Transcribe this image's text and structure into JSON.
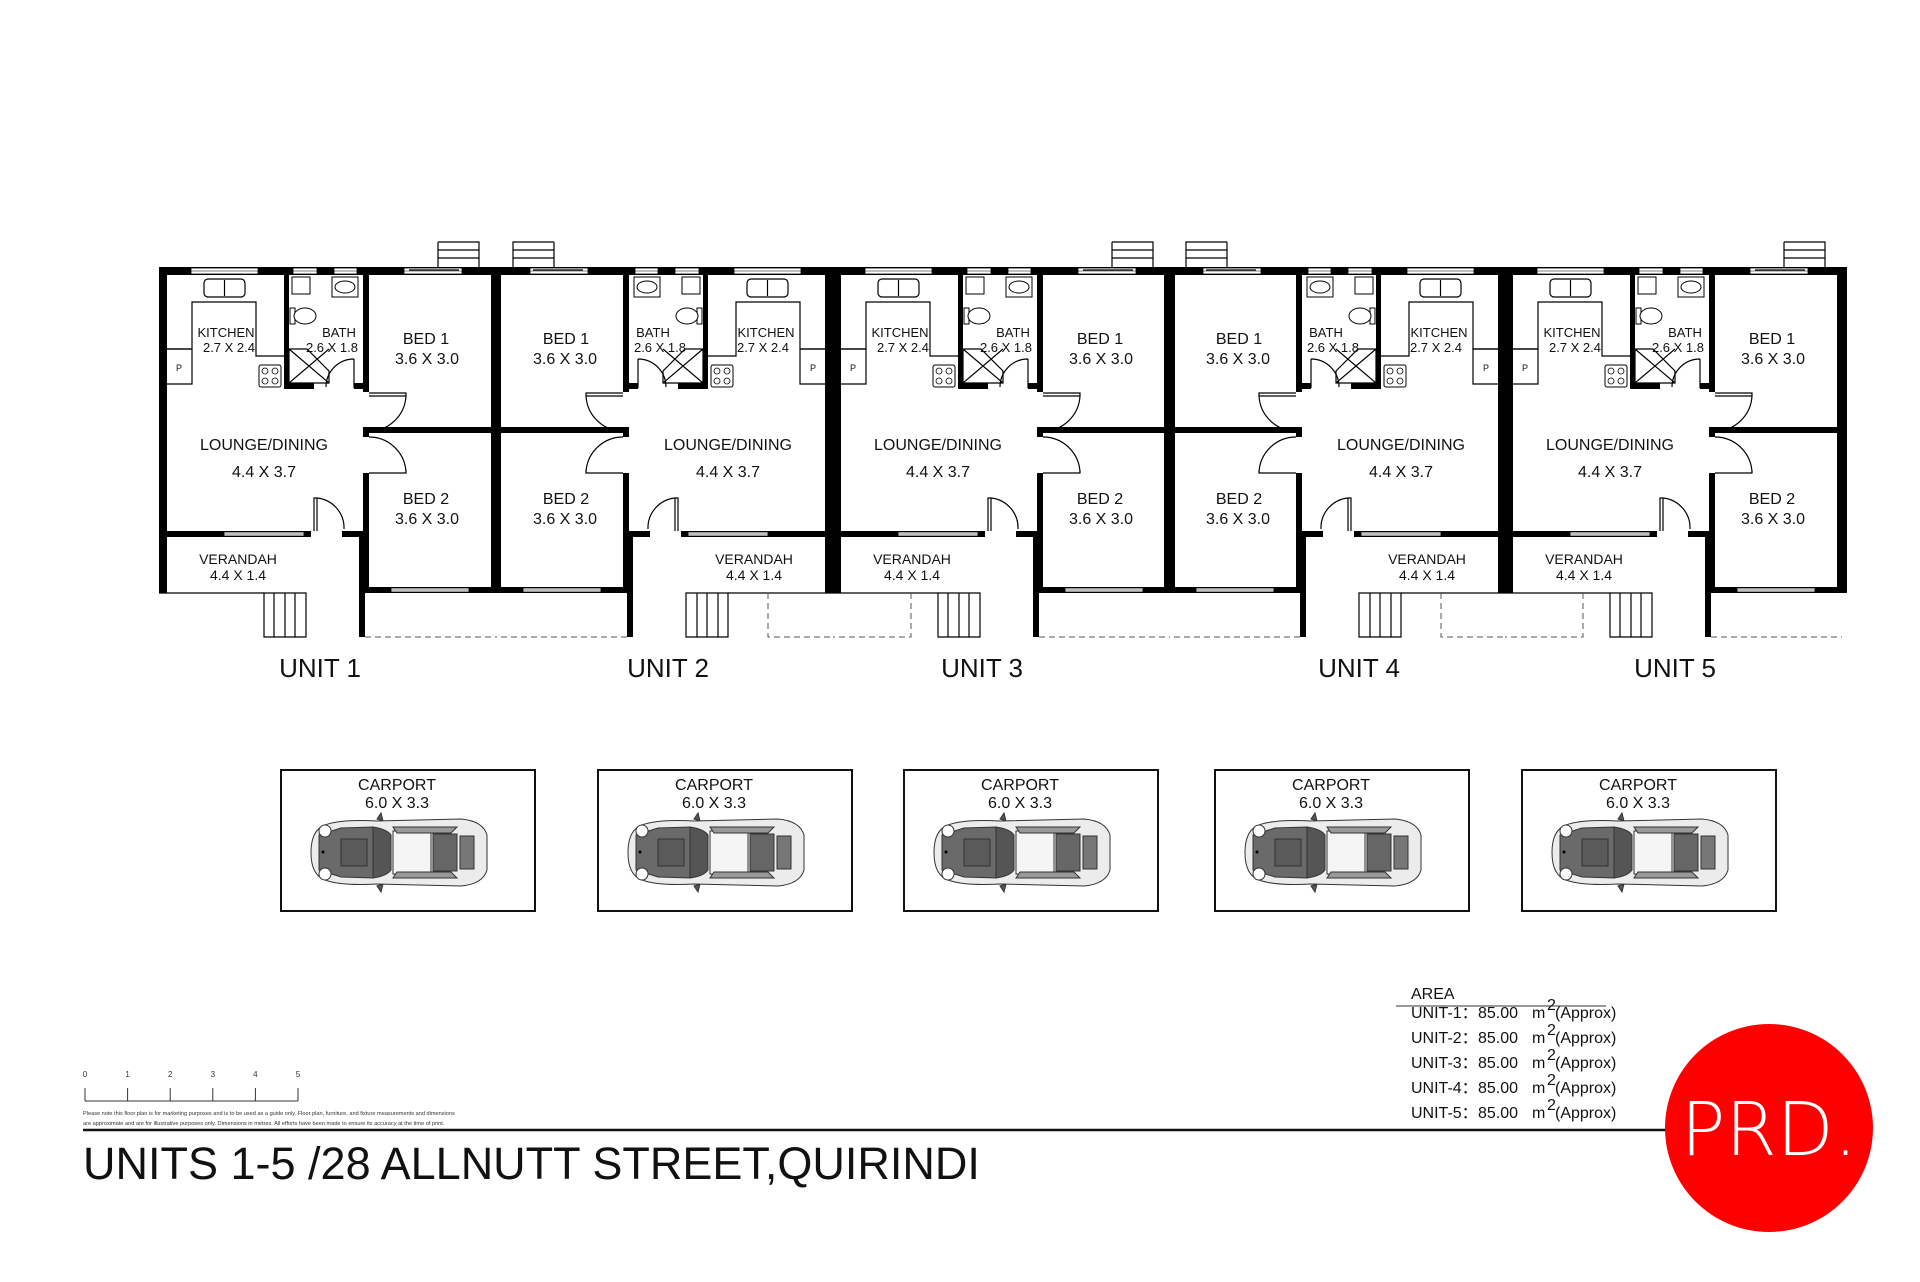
{
  "title": "UNITS 1-5 /28 ALLNUTT STREET,QUIRINDI",
  "units": [
    {
      "label": "UNIT 1",
      "mirrored": false,
      "rooms": {
        "kitchen": "KITCHEN",
        "kitchen_dims": "2.7 X 2.4",
        "bath": "BATH",
        "bath_dims": "2.6 X 1.8",
        "bed1": "BED 1",
        "bed1_dims": "3.6 X 3.0",
        "bed2": "BED 2",
        "bed2_dims": "3.6 X 3.0",
        "lounge": "LOUNGE/DINING",
        "lounge_dims": "4.4 X 3.7",
        "verandah": "VERANDAH",
        "verandah_dims": "4.4 X 1.4",
        "pantry": "P"
      }
    },
    {
      "label": "UNIT 2",
      "mirrored": true,
      "rooms": {
        "kitchen": "KITCHEN",
        "kitchen_dims": "2.7 X 2.4",
        "bath": "BATH",
        "bath_dims": "2.6 X 1.8",
        "bed1": "BED 1",
        "bed1_dims": "3.6 X 3.0",
        "bed2": "BED 2",
        "bed2_dims": "3.6 X 3.0",
        "lounge": "LOUNGE/DINING",
        "lounge_dims": "4.4 X 3.7",
        "verandah": "VERANDAH",
        "verandah_dims": "4.4 X 1.4",
        "pantry": "P"
      }
    },
    {
      "label": "UNIT 3",
      "mirrored": false,
      "rooms": {
        "kitchen": "KITCHEN",
        "kitchen_dims": "2.7 X 2.4",
        "bath": "BATH",
        "bath_dims": "2.6 X 1.8",
        "bed1": "BED 1",
        "bed1_dims": "3.6 X 3.0",
        "bed2": "BED 2",
        "bed2_dims": "3.6 X 3.0",
        "lounge": "LOUNGE/DINING",
        "lounge_dims": "4.4 X 3.7",
        "verandah": "VERANDAH",
        "verandah_dims": "4.4 X 1.4",
        "pantry": "P"
      }
    },
    {
      "label": "UNIT 4",
      "mirrored": true,
      "rooms": {
        "kitchen": "KITCHEN",
        "kitchen_dims": "2.7 X 2.4",
        "bath": "BATH",
        "bath_dims": "2.6 X 1.8",
        "bed1": "BED 1",
        "bed1_dims": "3.6 X 3.0",
        "bed2": "BED 2",
        "bed2_dims": "3.6 X 3.0",
        "lounge": "LOUNGE/DINING",
        "lounge_dims": "4.4 X 3.7",
        "verandah": "VERANDAH",
        "verandah_dims": "4.4 X 1.4",
        "pantry": "P"
      }
    },
    {
      "label": "UNIT 5",
      "mirrored": false,
      "rooms": {
        "kitchen": "KITCHEN",
        "kitchen_dims": "2.7 X 2.4",
        "bath": "BATH",
        "bath_dims": "2.6 X 1.8",
        "bed1": "BED 1",
        "bed1_dims": "3.6 X 3.0",
        "bed2": "BED 2",
        "bed2_dims": "3.6 X 3.0",
        "lounge": "LOUNGE/DINING",
        "lounge_dims": "4.4 X 3.7",
        "verandah": "VERANDAH",
        "verandah_dims": "4.4 X 1.4",
        "pantry": "P"
      }
    }
  ],
  "carports": [
    {
      "label": "CARPORT",
      "dims": "6.0 X 3.3"
    },
    {
      "label": "CARPORT",
      "dims": "6.0 X 3.3"
    },
    {
      "label": "CARPORT",
      "dims": "6.0 X 3.3"
    },
    {
      "label": "CARPORT",
      "dims": "6.0 X 3.3"
    },
    {
      "label": "CARPORT",
      "dims": "6.0 X 3.3"
    }
  ],
  "area": {
    "heading": "AREA",
    "rows": [
      {
        "unit": "UNIT-1：",
        "value": "85.00",
        "unit_m": "m",
        "sup": "2",
        "note": "(Approx)"
      },
      {
        "unit": "UNIT-2：",
        "value": "85.00",
        "unit_m": "m",
        "sup": "2",
        "note": "(Approx)"
      },
      {
        "unit": "UNIT-3：",
        "value": "85.00",
        "unit_m": "m",
        "sup": "2",
        "note": "(Approx)"
      },
      {
        "unit": "UNIT-4：",
        "value": "85.00",
        "unit_m": "m",
        "sup": "2",
        "note": "(Approx)"
      },
      {
        "unit": "UNIT-5：",
        "value": "85.00",
        "unit_m": "m",
        "sup": "2",
        "note": "(Approx)"
      }
    ]
  },
  "scale": {
    "ticks": [
      "0",
      "1",
      "2",
      "3",
      "4",
      "5"
    ]
  },
  "disclaimer": [
    "Please note this floor plan is for marketing purposes and is to be used as a guide only. Floor plan, furniture, and fixture measurements and dimensions",
    "are approximate and are for illustrative purposes only. Dimensions in metres. All efforts have been made to ensure its accuracy at the time of print."
  ],
  "logo": {
    "text": "PRD.",
    "color": "#ff0000"
  }
}
